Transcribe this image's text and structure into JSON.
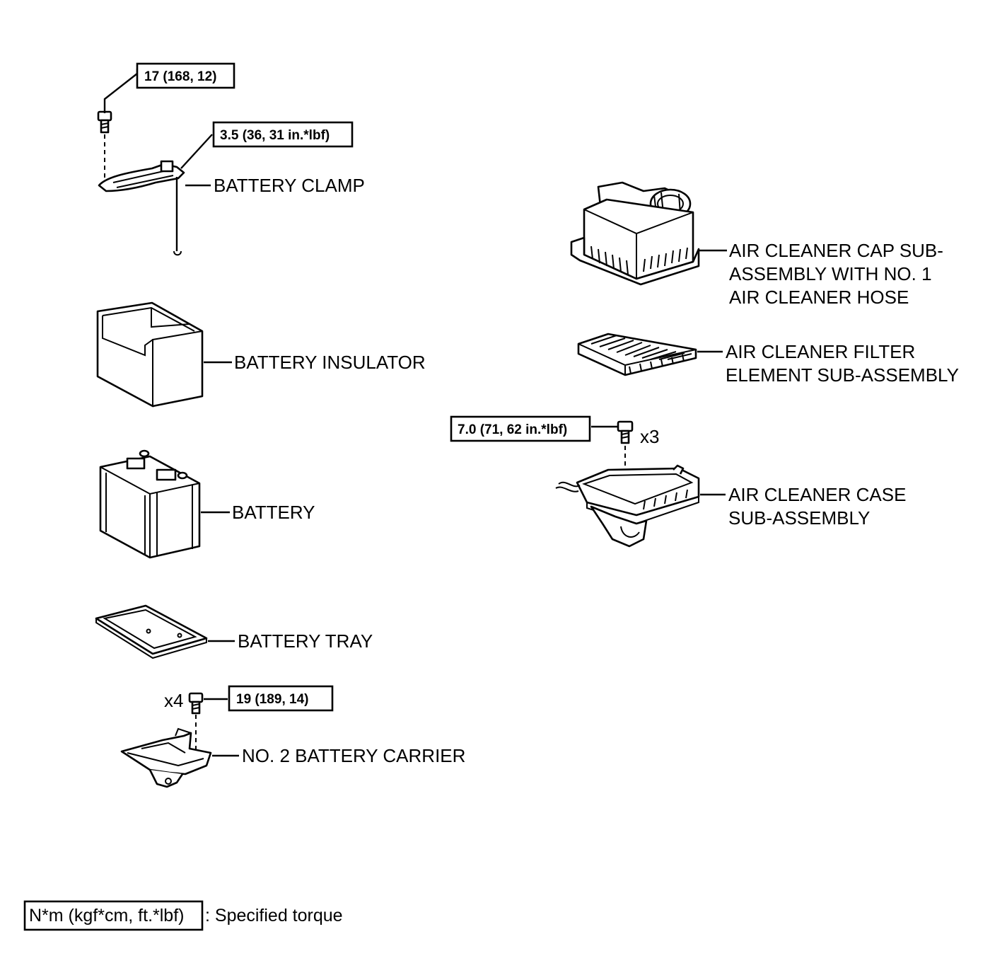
{
  "parts": {
    "battery_clamp": "BATTERY CLAMP",
    "battery_insulator": "BATTERY INSULATOR",
    "battery": "BATTERY",
    "battery_tray": "BATTERY TRAY",
    "no2_battery_carrier": "NO. 2 BATTERY CARRIER",
    "air_cleaner_cap": [
      "AIR CLEANER CAP SUB-",
      "ASSEMBLY WITH NO. 1",
      "AIR CLEANER HOSE"
    ],
    "air_cleaner_filter": [
      "AIR CLEANER FILTER",
      "ELEMENT SUB-ASSEMBLY"
    ],
    "air_cleaner_case": [
      "AIR CLEANER CASE",
      "SUB-ASSEMBLY"
    ]
  },
  "torques": {
    "clamp_bolt": "17 (168, 12)",
    "clamp_rod": "3.5 (36, 31 in.*lbf)",
    "case_bolt": "7.0 (71, 62 in.*lbf)",
    "carrier_bolt": "19 (189, 14)"
  },
  "quantities": {
    "case_bolt": "x3",
    "carrier_bolt": "x4"
  },
  "legend": {
    "unit_box": "N*m (kgf*cm, ft.*lbf)",
    "text": ": Specified torque"
  }
}
